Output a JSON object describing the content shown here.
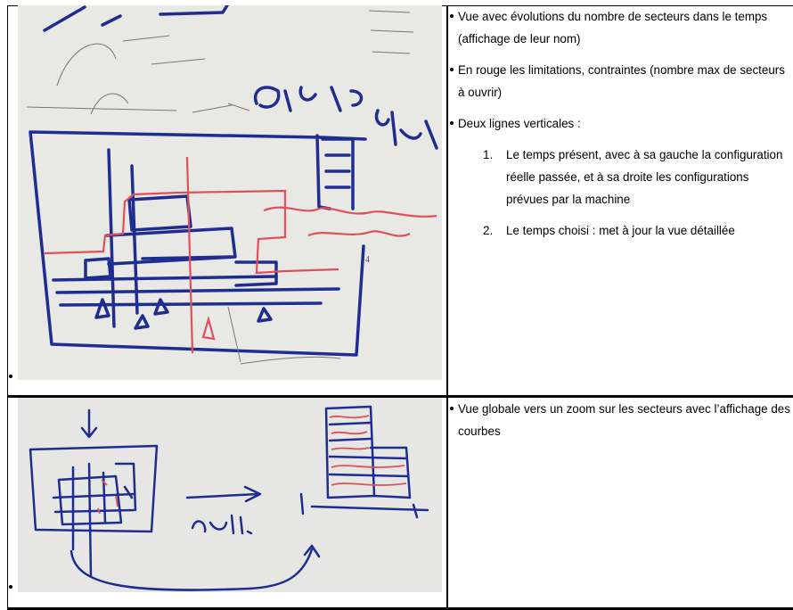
{
  "rows": [
    {
      "sketch": {
        "handwriting": {
          "title": "choix type d'info",
          "red_note": "contraintes tour de service",
          "small_notes": [
            "Pour la position de la souris",
            "temps courant",
            "temps choisi pour la vue détaillée"
          ]
        }
      },
      "bullets": [
        "Vue avec évolutions du nombre de secteurs dans le temps (affichage de leur nom)",
        "En rouge les limitations, contraintes (nombre max de secteurs à ouvrir)",
        "Deux lignes verticales :"
      ],
      "numbered": [
        {
          "num": "1.",
          "text": "Le temps présent, avec à sa gauche la configuration réelle passée, et à sa droite les configurations prévues par la machine"
        },
        {
          "num": "2.",
          "text": "Le temps choisi : met à jour la vue détaillée"
        }
      ]
    },
    {
      "sketch": {
        "handwriting": {
          "label": "molette."
        }
      },
      "bullets": [
        "Vue globale vers un zoom sur les secteurs avec l’affichage des courbes"
      ]
    }
  ],
  "colors": {
    "ink_blue": "#1e2d8f",
    "ink_red": "#e0505a",
    "paper": "#e9e9e6",
    "rule": "#000000"
  }
}
